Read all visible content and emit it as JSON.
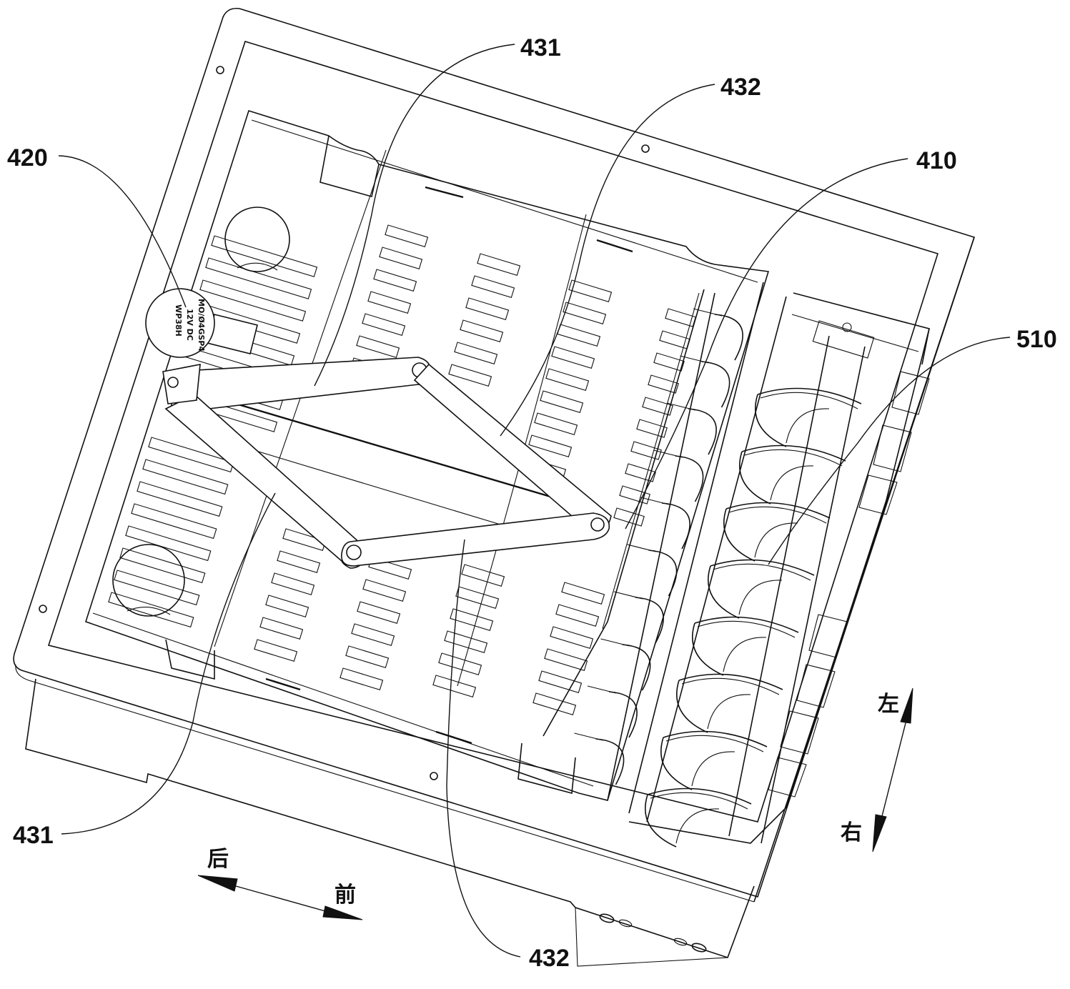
{
  "figure": {
    "type": "patent line drawing",
    "subject": "tray assembly with crank-link mechanism and auger"
  },
  "reference_labels": [
    {
      "id": "label-431-top",
      "text": "431"
    },
    {
      "id": "label-432-top",
      "text": "432"
    },
    {
      "id": "label-420",
      "text": "420"
    },
    {
      "id": "label-410",
      "text": "410"
    },
    {
      "id": "label-510",
      "text": "510"
    },
    {
      "id": "label-431-bottom",
      "text": "431"
    },
    {
      "id": "label-432-bottom",
      "text": "432"
    }
  ],
  "direction_labels": {
    "left": "左",
    "right": "右",
    "back": "后",
    "front": "前"
  },
  "motor_nameplate": {
    "line1": "MO/Ø4GSP4",
    "line2": "12V DC",
    "line3": "WP38H"
  },
  "colors": {
    "line": "#111111",
    "background": "#ffffff"
  }
}
